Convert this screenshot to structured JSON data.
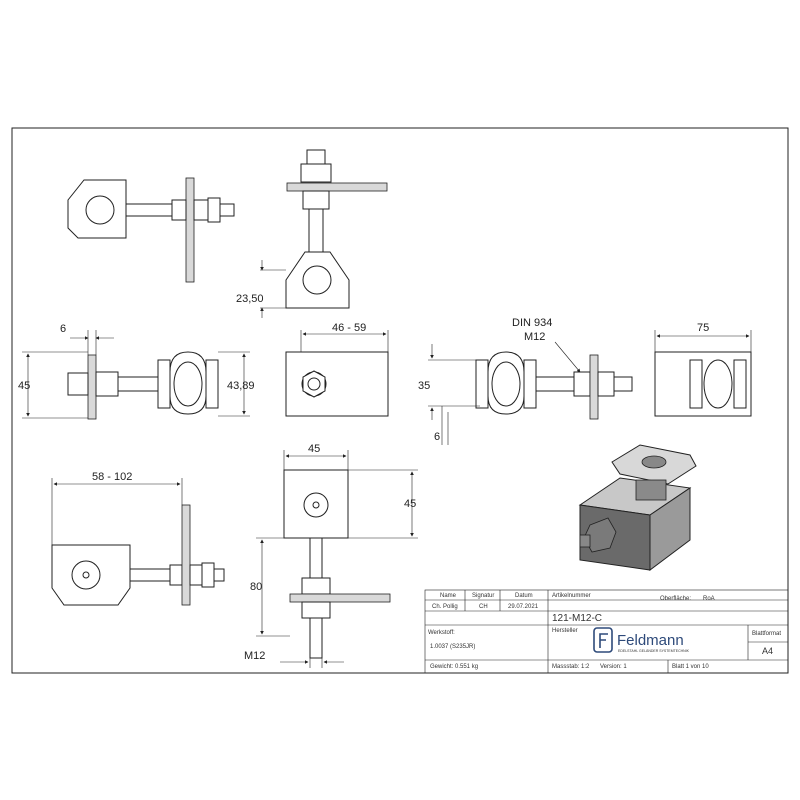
{
  "dimensions": {
    "d_23_50": "23,50",
    "d_6_top": "6",
    "d_45_left": "45",
    "d_46_59": "46 - 59",
    "d_43_89": "43,89",
    "d_din": "DIN 934",
    "d_m12_top": "M12",
    "d_35": "35",
    "d_6_right": "6",
    "d_75": "75",
    "d_58_102": "58 - 102",
    "d_45_plate_w": "45",
    "d_45_plate_h": "45",
    "d_80": "80",
    "d_m12_bottom": "M12"
  },
  "title_block": {
    "h_name": "Name",
    "h_signatur": "Signatur",
    "h_datum": "Datum",
    "h_artikelnummer": "Artikelnummer",
    "h_oberflaeche": "Oberfläche:",
    "v_oberflaeche": "RoA",
    "v_name": "Ch. Pollig",
    "v_signatur": "CH",
    "v_datum": "29.07.2021",
    "v_artikelnummer": "121-M12-C",
    "h_werkstoff": "Werkstoff:",
    "v_werkstoff": "1.0037 (S235JR)",
    "h_hersteller": "Hersteller",
    "company": "Feldmann",
    "company_tagline": "EDELSTAHL GELÄNDER SYSTEMTECHNIK",
    "h_blattformat": "Blattformat",
    "v_blattformat": "A4",
    "gewicht": "Gewicht: 0.551 kg",
    "massstab": "Massstab: 1:2",
    "version": "Version: 1",
    "blatt": "Blatt 1 von 10"
  }
}
